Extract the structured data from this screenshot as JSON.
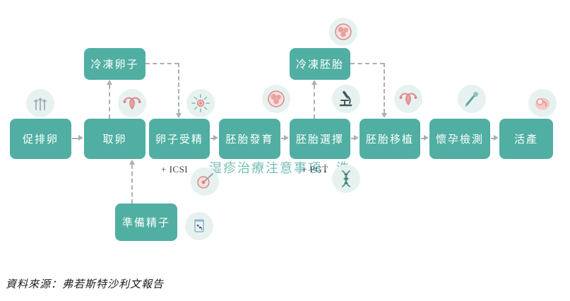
{
  "flow": {
    "steps": [
      {
        "label": "促排卵",
        "icon": "syringes-icon"
      },
      {
        "label": "取卵",
        "icon": "uterus-icon"
      },
      {
        "label": "卵子受精",
        "icon": "fertilization-icon",
        "annotation": "+ ICSI",
        "annotation_icon": "icsi-injection-icon"
      },
      {
        "label": "胚胎發育",
        "icon": "embryo-icon"
      },
      {
        "label": "胚胎選擇",
        "icon": "microscope-icon",
        "annotation": "+ PGT",
        "annotation_icon": "dna-icon"
      },
      {
        "label": "胚胎移植",
        "icon": "uterus-icon"
      },
      {
        "label": "懷孕檢測",
        "icon": "dropper-icon"
      },
      {
        "label": "活產",
        "icon": "baby-icon"
      }
    ],
    "branches": {
      "frozen_eggs": {
        "label": "冷凍卵子"
      },
      "frozen_embryos": {
        "label": "冷凍胚胎",
        "icon": "embryo-icon"
      },
      "sperm_preparation": {
        "label": "準備精子",
        "icon": "sperm-sample-icon"
      }
    }
  },
  "watermark": {
    "text": "湿疹治療注意事項：洗"
  },
  "source_note": "資料來源：弗若斯特沙利文報告",
  "colors": {
    "box_teal": "#50AFA2",
    "icon_circle_bg": "#E7F2F0",
    "connector_gray": "#A9B0B5",
    "accent_pink": "#D98A8A",
    "watermark_teal": "#4FAFA3"
  }
}
